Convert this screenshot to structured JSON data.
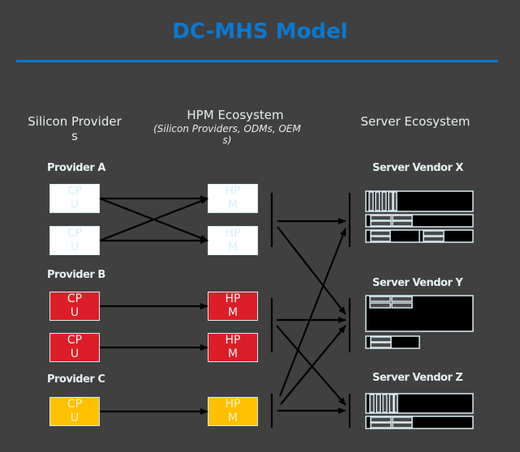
{
  "title": "DC-MHS Model",
  "colors": {
    "accent": "#0b79d0",
    "provider_a": "#ffffff",
    "provider_b": "#dc1e28",
    "provider_c": "#ffc000",
    "server_fill": "#000000",
    "server_outline": "#d8ecf2",
    "background": "#404040"
  },
  "columns": {
    "silicon": {
      "line1": "Silicon Provider",
      "line2": "s"
    },
    "hpm": {
      "line1": "HPM Ecosystem",
      "sub1": "(Silicon Providers, ODMs, OEM",
      "sub2": "s)"
    },
    "server": {
      "line1": "Server Ecosystem"
    }
  },
  "providers": [
    {
      "name": "Provider A",
      "color": "white",
      "cpus": [
        {
          "l1": "CP",
          "l2": "U"
        },
        {
          "l1": "CP",
          "l2": "U"
        }
      ],
      "hpms": [
        {
          "l1": "HP",
          "l2": "M"
        },
        {
          "l1": "HP",
          "l2": "M"
        }
      ]
    },
    {
      "name": "Provider B",
      "color": "red",
      "cpus": [
        {
          "l1": "CP",
          "l2": "U"
        },
        {
          "l1": "CP",
          "l2": "U"
        }
      ],
      "hpms": [
        {
          "l1": "HP",
          "l2": "M"
        },
        {
          "l1": "HP",
          "l2": "M"
        }
      ]
    },
    {
      "name": "Provider C",
      "color": "yellow",
      "cpus": [
        {
          "l1": "CP",
          "l2": "U"
        }
      ],
      "hpms": [
        {
          "l1": "HP",
          "l2": "M"
        }
      ]
    }
  ],
  "vendors": [
    {
      "name": "Server Vendor X"
    },
    {
      "name": "Server Vendor Y"
    },
    {
      "name": "Server Vendor Z"
    }
  ],
  "connections": {
    "cpu_to_hpm": [
      [
        "A1",
        "A-HPM1"
      ],
      [
        "A1",
        "A-HPM2"
      ],
      [
        "A2",
        "A-HPM1"
      ],
      [
        "A2",
        "A-HPM2"
      ],
      [
        "B1",
        "B-HPM1"
      ],
      [
        "B2",
        "B-HPM2"
      ],
      [
        "C1",
        "C-HPM1"
      ]
    ],
    "hpm_group_to_vendor": [
      [
        "A",
        "X"
      ],
      [
        "A",
        "Y"
      ],
      [
        "B",
        "Y"
      ],
      [
        "B",
        "Z"
      ],
      [
        "C",
        "X"
      ],
      [
        "C",
        "Y"
      ],
      [
        "C",
        "Z"
      ]
    ]
  }
}
